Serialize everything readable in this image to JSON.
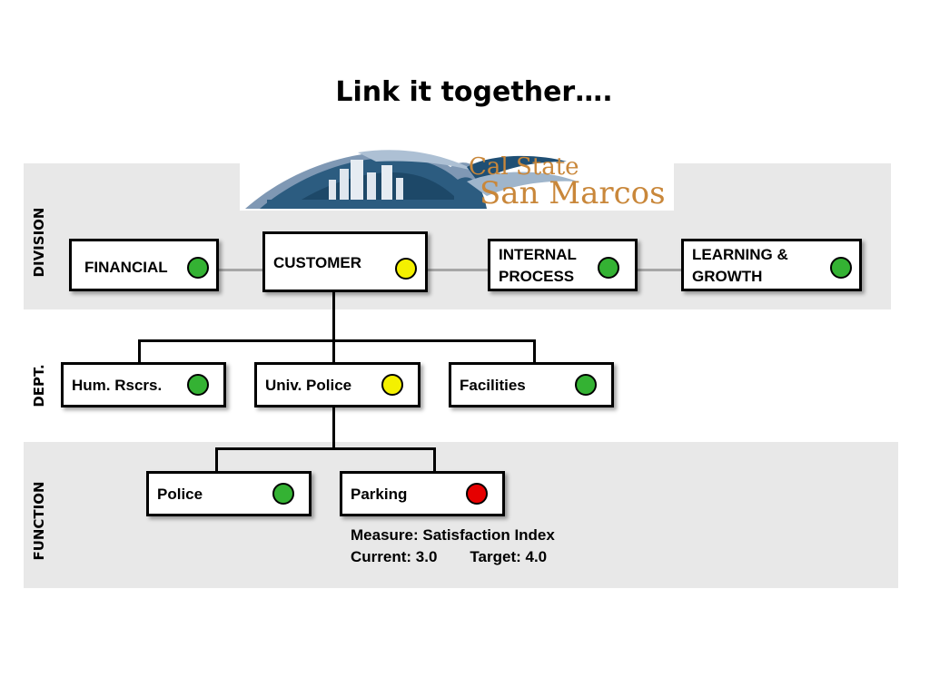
{
  "title": "Link it together….",
  "logo": {
    "line1": "Cal State",
    "line2": "San Marcos"
  },
  "bands": {
    "division": "DIVISION",
    "dept": "DEPT.",
    "function": "FUNCTION"
  },
  "colors": {
    "green": "#34b233",
    "yellow": "#f4f000",
    "red": "#e60000",
    "band": "#e8e8e8"
  },
  "divisions": [
    {
      "label": "FINANCIAL",
      "status": "green"
    },
    {
      "label": "CUSTOMER",
      "status": "yellow"
    },
    {
      "label": "INTERNAL\nPROCESS",
      "status": "green"
    },
    {
      "label": " LEARNING &\nGROWTH",
      "status": "green"
    }
  ],
  "depts": [
    {
      "label": "Hum. Rscrs.",
      "status": "green"
    },
    {
      "label": "Univ. Police",
      "status": "yellow"
    },
    {
      "label": "Facilities",
      "status": "green"
    }
  ],
  "functions": [
    {
      "label": "Police",
      "status": "green"
    },
    {
      "label": "Parking",
      "status": "red"
    }
  ],
  "measure": {
    "name": "Measure: Satisfaction Index",
    "current": "Current: 3.0",
    "target": "Target: 4.0"
  }
}
